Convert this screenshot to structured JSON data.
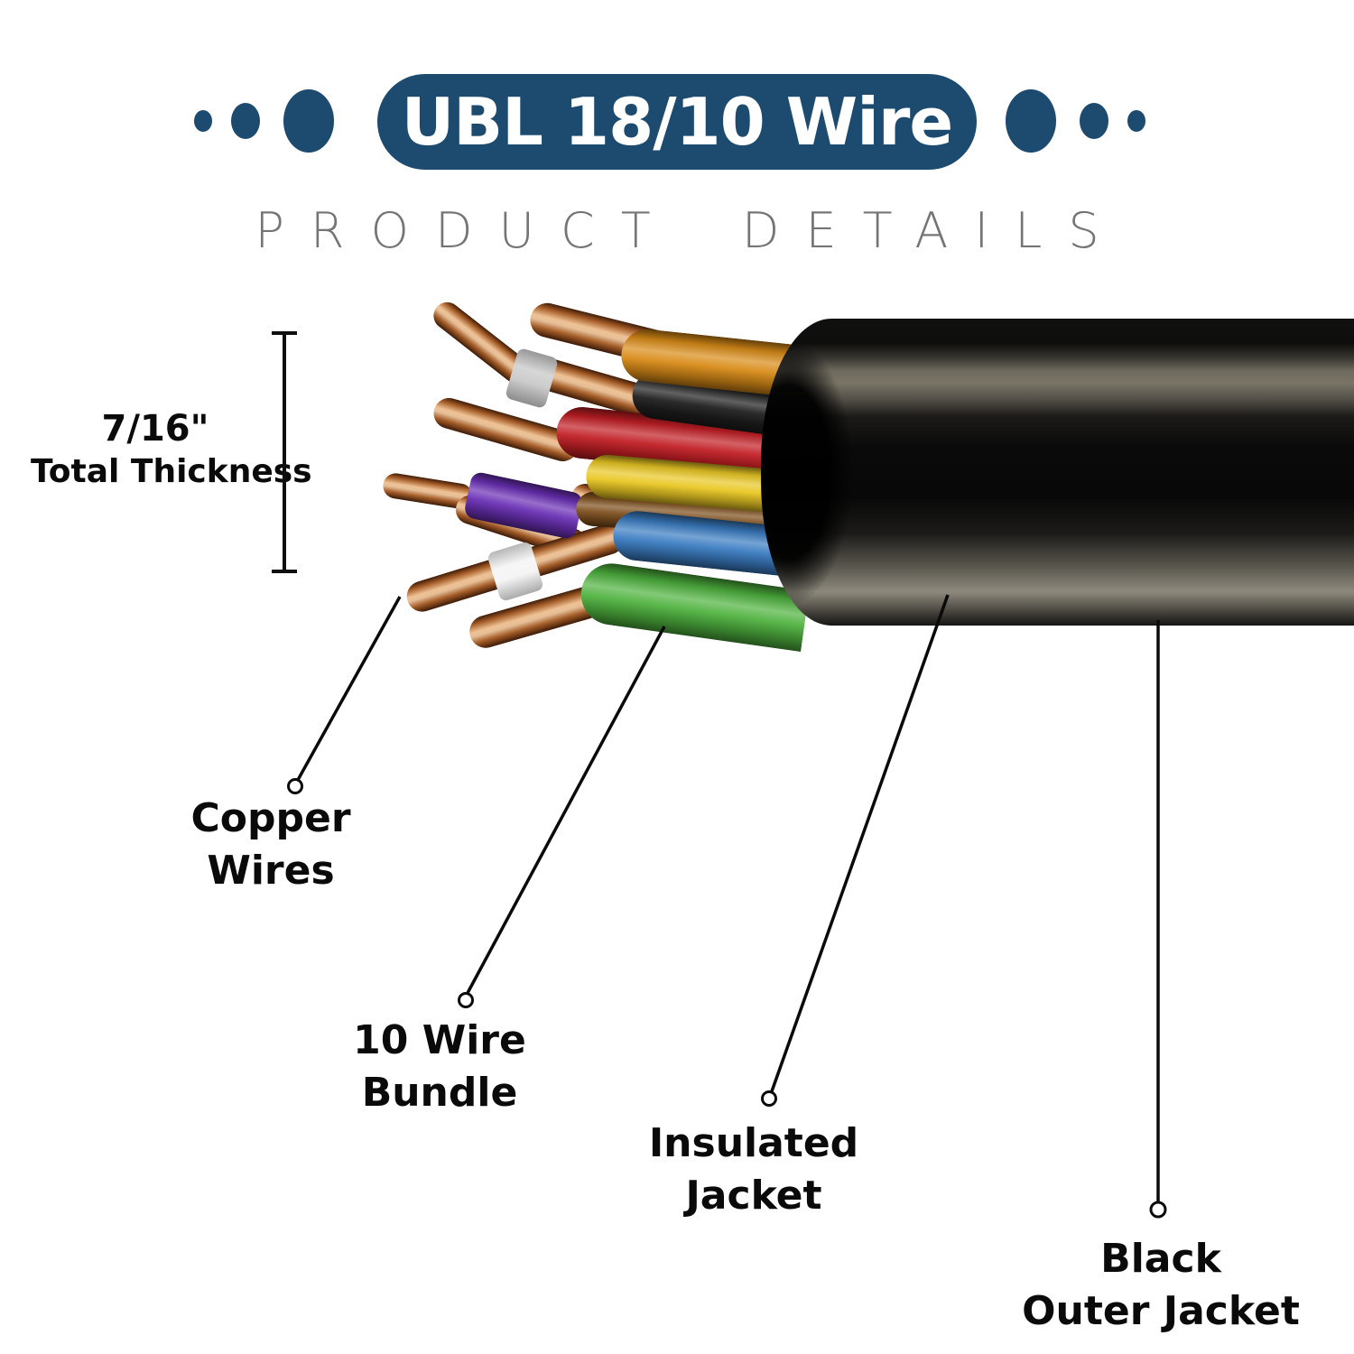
{
  "header": {
    "badge": {
      "label": "UBL 18/10 Wire",
      "bg": "#1d4b70",
      "text_color": "#ffffff"
    },
    "subtitle": "PRODUCT DETAILS",
    "subtitle_color": "#757575"
  },
  "dimension": {
    "value": "7/16\"",
    "label": "Total Thickness"
  },
  "callouts": {
    "copper_wires": {
      "line1": "Copper",
      "line2": "Wires"
    },
    "wire_bundle": {
      "line1": "10 Wire",
      "line2": "Bundle"
    },
    "insulated_jacket": {
      "line1": "Insulated",
      "line2": "Jacket"
    },
    "outer_jacket": {
      "line1": "Black",
      "line2": "Outer Jacket"
    }
  },
  "cable": {
    "jacket_color": "#0c0c0c",
    "wire_colors": {
      "copper": "#bf7336",
      "orange": "#d98b17",
      "black": "#1e1e1e",
      "red": "#c11e24",
      "yellow": "#e9c723",
      "purple": "#6a2fb5",
      "brown": "#7d4f1e",
      "blue": "#3a7cc2",
      "green": "#4eb23e",
      "white_band": "#f4f4f4",
      "gray_band": "#c9c9c9"
    }
  }
}
